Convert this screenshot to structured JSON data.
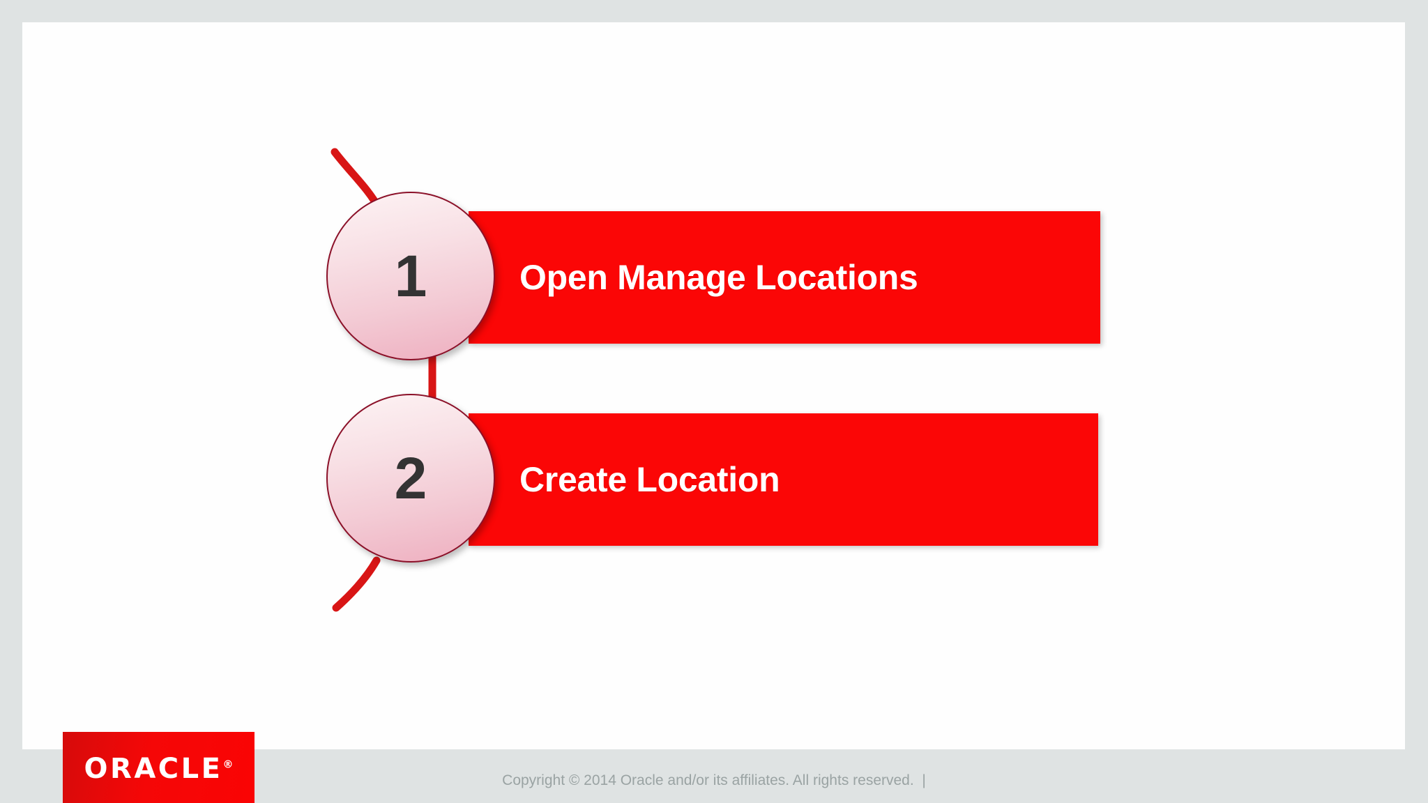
{
  "slide": {
    "background_color": "#dfe3e3",
    "canvas_color": "#fefefe",
    "accent_color": "#fb0606",
    "circle_border_color": "#8b1028",
    "number_color": "#333333",
    "steps": [
      {
        "number": "1",
        "label": "Open Manage Locations"
      },
      {
        "number": "2",
        "label": "Create Location"
      }
    ]
  },
  "footer": {
    "logo_text": "ORACLE",
    "logo_mark": "®",
    "logo_name": "oracle-logo",
    "copyright": "Copyright © 2014 Oracle and/or its affiliates. All rights reserved.  |"
  }
}
